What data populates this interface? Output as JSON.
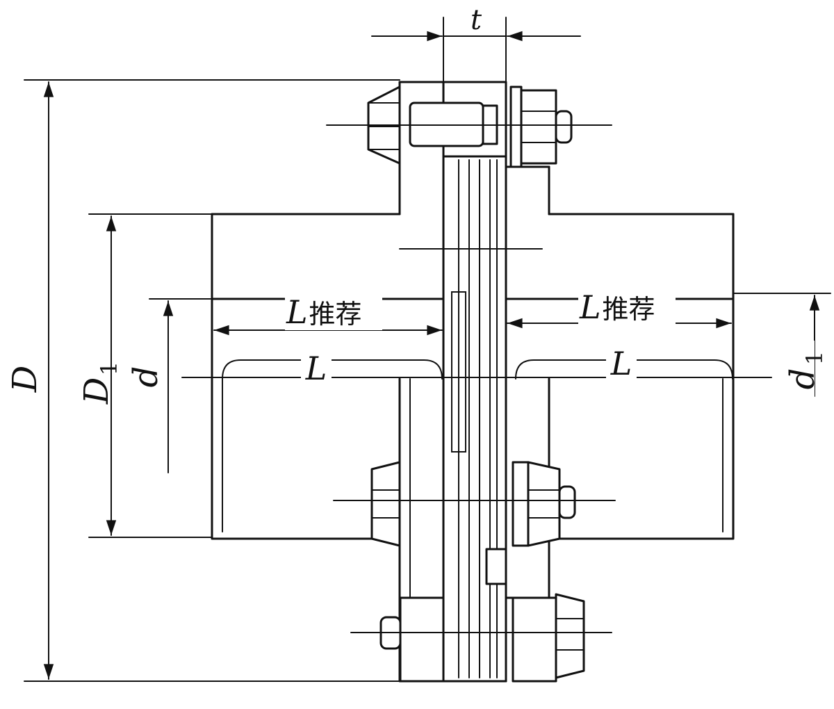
{
  "labels": {
    "t": "t",
    "D": "D",
    "D1_main": "D",
    "D1_sub": "1",
    "d": "d",
    "d1_main": "d",
    "d1_sub": "1",
    "L_left": "L",
    "L_right": "L",
    "L_rec_left_sym": "L",
    "L_rec_left_text": "推荐",
    "L_rec_right_sym": "L",
    "L_rec_right_text": "推荐"
  },
  "colors": {
    "line": "#111111",
    "background": "#ffffff"
  }
}
